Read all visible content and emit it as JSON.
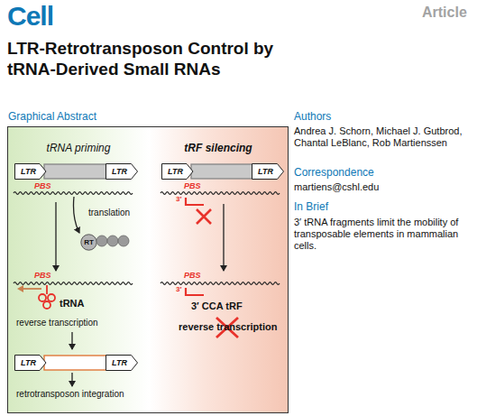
{
  "diagram": {
    "title": "LTR-Retrotransposon Control by tRNA-Derived Small RNAs",
    "nodes": [
      {
        "text": [
          "Graphical Abstract"
        ]
      },
      {
        "text": [
          "tRNA priming"
        ],
        "in": 0
      },
      {
        "text": [
          "LTR",
          "LTR"
        ],
        "in": 1
      },
      {
        "text": [
          "RT"
        ],
        "in": 1
      },
      {
        "text": [
          "LTR",
          "LTR"
        ],
        "in": 1
      },
      {
        "text": [
          "tRF silencing"
        ],
        "in": 0
      },
      {
        "text": [
          "LTR",
          "LTR"
        ],
        "in": 5
      }
    ],
    "labels": [
      "Article",
      "Cell",
      "Authors",
      "Andrea J. Schorn, Michael J. Gutbrod, Chantal LeBlanc, Rob Martienssen",
      "Correspondence",
      "martiens@cshl.edu",
      "In Brief",
      "3′ tRNA fragments limit the mobility of transposable elements in mammalian cells.",
      "PBS",
      "translation",
      "PBS",
      "tRNA",
      "reverse transcription",
      "retrotransposon integration",
      "PBS",
      "3′",
      "PBS",
      "3′",
      "3′ CCA tRF",
      "reverse transcription"
    ]
  }
}
